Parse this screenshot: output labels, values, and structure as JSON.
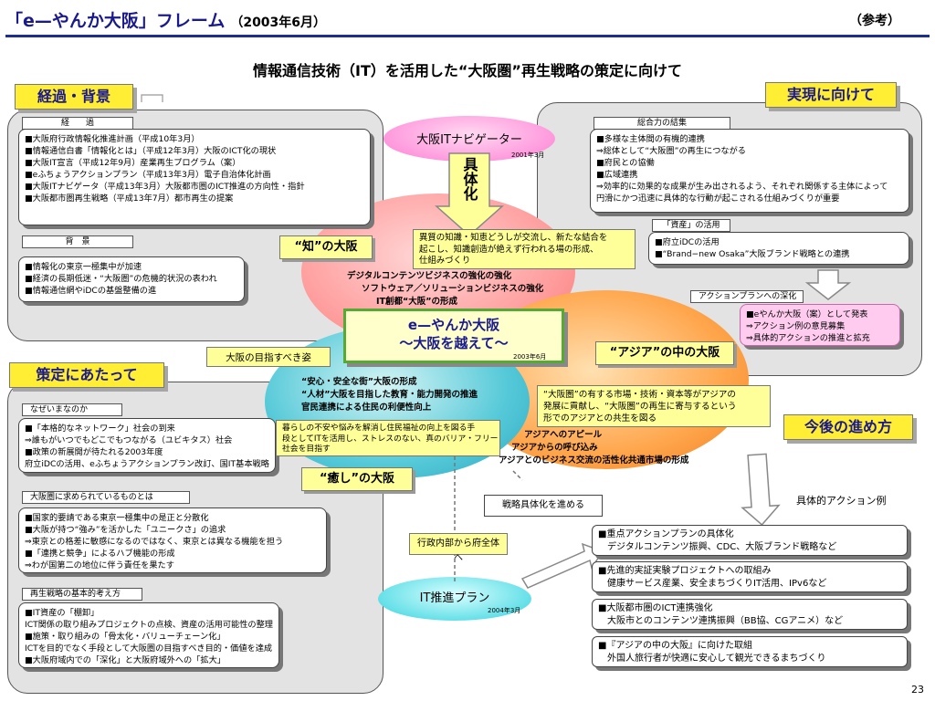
{
  "header": {
    "title": "「e—やんか大阪」フレーム",
    "date": "（2003年6月）",
    "reference": "（参考）",
    "subtitle": "情報通信技術（IT）を活用した“大阪圏”再生戦略の策定に向けて"
  },
  "left_top": {
    "tag": "経過・背景",
    "history": {
      "label": "経　　過",
      "items": [
        "■大阪府行政情報化推進計画（平成10年3月）",
        "■情報通信白書「情報化とは」（平成12年3月）大阪のICT化の現状",
        "■大阪IT宣言（平成12年9月）産業再生プログラム（案）",
        "■eふちょうアクションプラン（平成13年3月）電子自治体化計画",
        "■大阪ITナビゲータ（平成13年3月）大阪都市圏のICT推進の方向性・指針",
        "■大阪都市圏再生戦略（平成13年7月）都市再生の提案"
      ]
    },
    "background": {
      "label": "背　景",
      "items": [
        "■情報化の東京一極集中が加速",
        "■経済の長期低迷・“大阪圏”の危機的状況の表われ",
        "■情報通信網やiDCの基盤整備の進"
      ]
    }
  },
  "left_bottom": {
    "tag": "策定にあたって",
    "why": {
      "label": "なぜいまなのか",
      "items": [
        "■「本格的なネットワーク」社会の到来",
        "⇒誰もがいつでもどこでもつながる（ユビキタス）社会",
        "■政策の新展開が待たれる2003年度",
        "府立iDCの活用、eふちょうアクションプラン改訂、国IT基本戦略改訂"
      ]
    },
    "demands": {
      "label": "大阪圏に求められているものとは",
      "items": [
        "■国家的要請である東京一極集中の是正と分散化",
        "■大阪が持つ“強み”を活かした「ユニークさ」の追求",
        "⇒東京との格差に敏感になるのではなく、東京とは異なる機能を担う",
        "■「連携と競争」によるハブ機能の形成",
        "⇒わが国第二の地位に伴う責任を果たす"
      ]
    },
    "principles": {
      "label": "再生戦略の基本的考え方",
      "items": [
        "■IT資産の「棚卸」",
        "ICT関係の取り組みプロジェクトの点検、資産の活用可能性の整理",
        "■施策・取り組みの「骨太化・バリューチェーン化」",
        "ICTを目的でなく手段として大阪圏の目指すべき目的・価値を達成",
        "■大阪府域内での「深化」と大阪府域外への「拡大」"
      ]
    }
  },
  "right_top": {
    "tag": "実現に向けて",
    "synergy": {
      "label": "総合力の結集",
      "items": [
        "■多様な主体間の有機的連携",
        "⇒総体として“大阪圏”の再生につながる",
        "■府民との協働",
        "■広域連携",
        "⇒効率的に効果的な成果が生み出されるよう、それぞれ関係する主体によって",
        "円滑にかつ迅速に具体的な行動が起こされる仕組みづくりが重要"
      ]
    },
    "assets": {
      "label": "「資産」の活用",
      "items": [
        "■府立iDCの活用",
        "■“Brand−new Osaka”大阪ブランド戦略との連携"
      ]
    },
    "deepen": {
      "label": "アクションプランへの深化",
      "items": [
        "■eやんか大阪（案）として発表",
        "⇒アクション例の意見募集",
        "⇒具体的アクションの推進と拡充"
      ]
    }
  },
  "center": {
    "navigator": {
      "title": "大阪ITナビゲーター",
      "date": "2001年3月"
    },
    "embody": "具体化",
    "knowledge": {
      "label": "“知”の大阪",
      "desc": [
        "異質の知識・知恵どうしが交流し、新たな結合を",
        "起こし、知識創造が絶えず行われる場の形成、",
        "仕組みづくり"
      ],
      "points": [
        "デジタルコンテンツビジネスの強化の強化",
        "ソフトウェア／ソリューションビジネスの強化",
        "IT創都“大阪”の形成"
      ]
    },
    "core": {
      "line1": "e—やんか大阪",
      "line2": "～大阪を越えて～",
      "date": "2003年6月"
    },
    "goal_label": "大阪の目指すべき姿",
    "asia": {
      "label": "“アジア”の中の大阪",
      "desc": [
        "“大阪圏”の有する市場・技術・資本等がアジアの",
        "発展に貢献し、“大阪圏”の再生に寄与するという",
        "形でのアジアとの共生を図る"
      ],
      "points": [
        "アジアへのアピール",
        "アジアからの呼び込み",
        "アジアとのビジネス交流の活性化共通市場の形成"
      ]
    },
    "healing": {
      "label": "“癒し”の大阪",
      "points": [
        "“安心・安全な街”大阪の形成",
        "“人材”大阪を目指した教育・能力開発の推進",
        "官民連携による住民の利便性向上"
      ],
      "desc": [
        "暮らしの不安や悩みを解消し住民福祉の向上を図る手",
        "段としてITを活用し、ストレスのない、真のバリア・フリー",
        "社会を目指す"
      ]
    },
    "strategy_box": "戦略具体化を進める",
    "gov_box": "行政内部から府全体へ",
    "itplan": {
      "title": "IT推進プラン",
      "date": "2004年3月"
    }
  },
  "right_bottom": {
    "tag": "今後の進め方",
    "example_label": "具体的アクション例",
    "actions": [
      {
        "line1": "■重点アクションプランの具体化",
        "line2": "デジタルコンテンツ振興、CDC、大阪ブランド戦略など"
      },
      {
        "line1": "■先進的実証実験プロジェクトへの取組み",
        "line2": "健康サービス産業、安全まちづくりIT活用、IPv6など"
      },
      {
        "line1": "■大阪都市圏のICT連携強化",
        "line2": "大阪市とのコンテンツ連携振興（BB協、CGアニメ）など"
      },
      {
        "line1": "■『アジアの中の大阪』に向けた取組",
        "line2": "外国人旅行者が快適に安心して観光できるまちづくり"
      }
    ]
  },
  "footer": {
    "page": "23"
  },
  "colors": {
    "title_blue": "#1a1a8c",
    "tag_yellow": "#ffee33",
    "panel_gray": "#e3e3e3",
    "pink": "#ff9999",
    "orange": "#ff9933",
    "teal": "#33cccc",
    "green": "#66cc33"
  }
}
